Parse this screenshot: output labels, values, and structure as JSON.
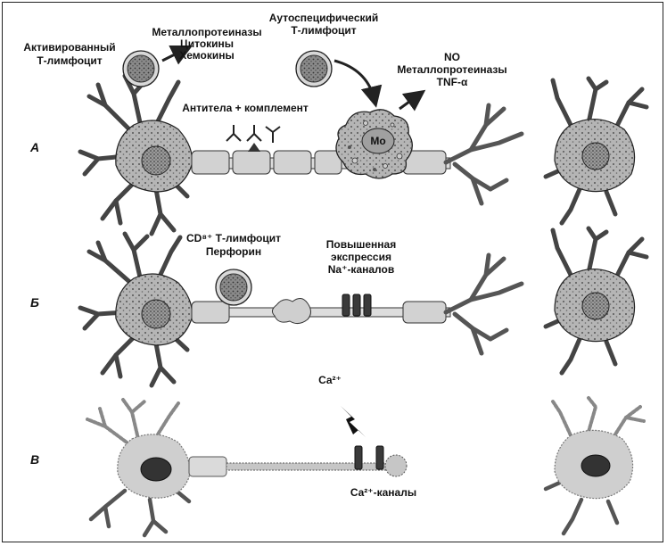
{
  "rows": {
    "a": {
      "label": "А",
      "activated_t_line1": "Активированный",
      "activated_t_line2": "Т-лимфоцит",
      "secreted_line1": "Металлопротеиназы",
      "secreted_line2": "Цитокины",
      "secreted_line3": "Хемокины",
      "autospecific_line1": "Аутоспецифический",
      "autospecific_line2": "Т-лимфоцит",
      "mo_label": "Mo",
      "mo_products_line1": "NO",
      "mo_products_line2": "Металлопротеиназы",
      "mo_products_line3": "TNF-α",
      "antibodies_label": "Антитела + комплемент"
    },
    "b": {
      "label": "Б",
      "cd8_line1": "CD⁸⁺ Т-лимфоцит",
      "cd8_line2": "Перфорин",
      "na_line1": "Повышенная",
      "na_line2": "экспрессия",
      "na_line3": "Na⁺-каналов"
    },
    "c": {
      "label": "В",
      "ca_ion": "Ca²⁺",
      "ca_channels": "Ca²⁺-каналы"
    }
  },
  "colors": {
    "neuron_fill": "#b8b8b8",
    "neuron_stroke": "#222222",
    "myelin_fill": "#d2d2d2",
    "channel_fill": "#3a3a3a",
    "faded_neuron_fill": "#cfcfcf"
  },
  "icons": [
    "lymphocyte-icon",
    "macrophage-icon",
    "antibody-icon",
    "lightning-icon",
    "arrow-icon"
  ]
}
